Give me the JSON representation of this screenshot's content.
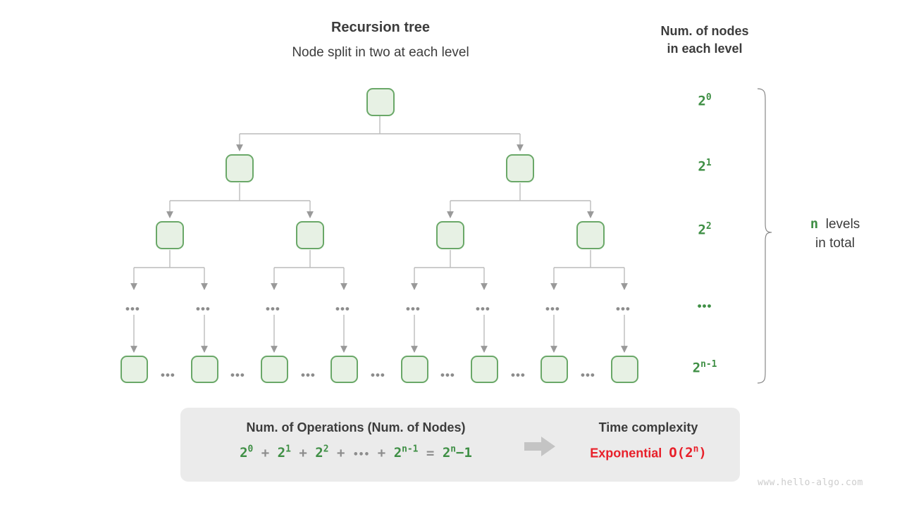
{
  "header": {
    "title": "Recursion tree",
    "subtitle": "Node split in two at each level",
    "column_heading_line1": "Num. of nodes",
    "column_heading_line2": "in each level"
  },
  "level_labels": [
    {
      "base": "2",
      "exp": "0"
    },
    {
      "base": "2",
      "exp": "1"
    },
    {
      "base": "2",
      "exp": "2"
    },
    {
      "ellipsis": "•••"
    },
    {
      "base": "2",
      "exp": "n-1"
    }
  ],
  "total": {
    "variable": "n",
    "text_line1": "levels",
    "text_line2": "in total"
  },
  "tree": {
    "node_dots": "•••",
    "levels": [
      {
        "index": 0,
        "node_count": 1
      },
      {
        "index": 1,
        "node_count": 2
      },
      {
        "index": 2,
        "node_count": 4
      },
      {
        "index": 3,
        "node_count": 8
      },
      {
        "index": 4,
        "node_count": 8
      }
    ]
  },
  "summary": {
    "operations_heading": "Num. of Operations (Num. of Nodes)",
    "formula": "2⁰ + 2¹ + 2² + … + 2ⁿ⁻¹ = 2ⁿ−1",
    "formula_terms": [
      "2^0",
      "+",
      "2^1",
      "+",
      "2^2",
      "+",
      "…",
      "+",
      "2^(n-1)",
      "=",
      "2^n−1"
    ],
    "complexity_heading": "Time complexity",
    "complexity_name": "Exponential",
    "complexity_notation": "O(2ⁿ)",
    "arrow_icon": "right-arrow-icon"
  },
  "watermark": "www.hello-algo.com",
  "colors": {
    "green": "#3f8f45",
    "node_fill": "#e7f1e4",
    "node_border": "#6aa868",
    "red": "#e8202a",
    "gray_line": "#bbbbbb",
    "panel_bg": "#ebebeb",
    "text": "#3c3c3c"
  }
}
